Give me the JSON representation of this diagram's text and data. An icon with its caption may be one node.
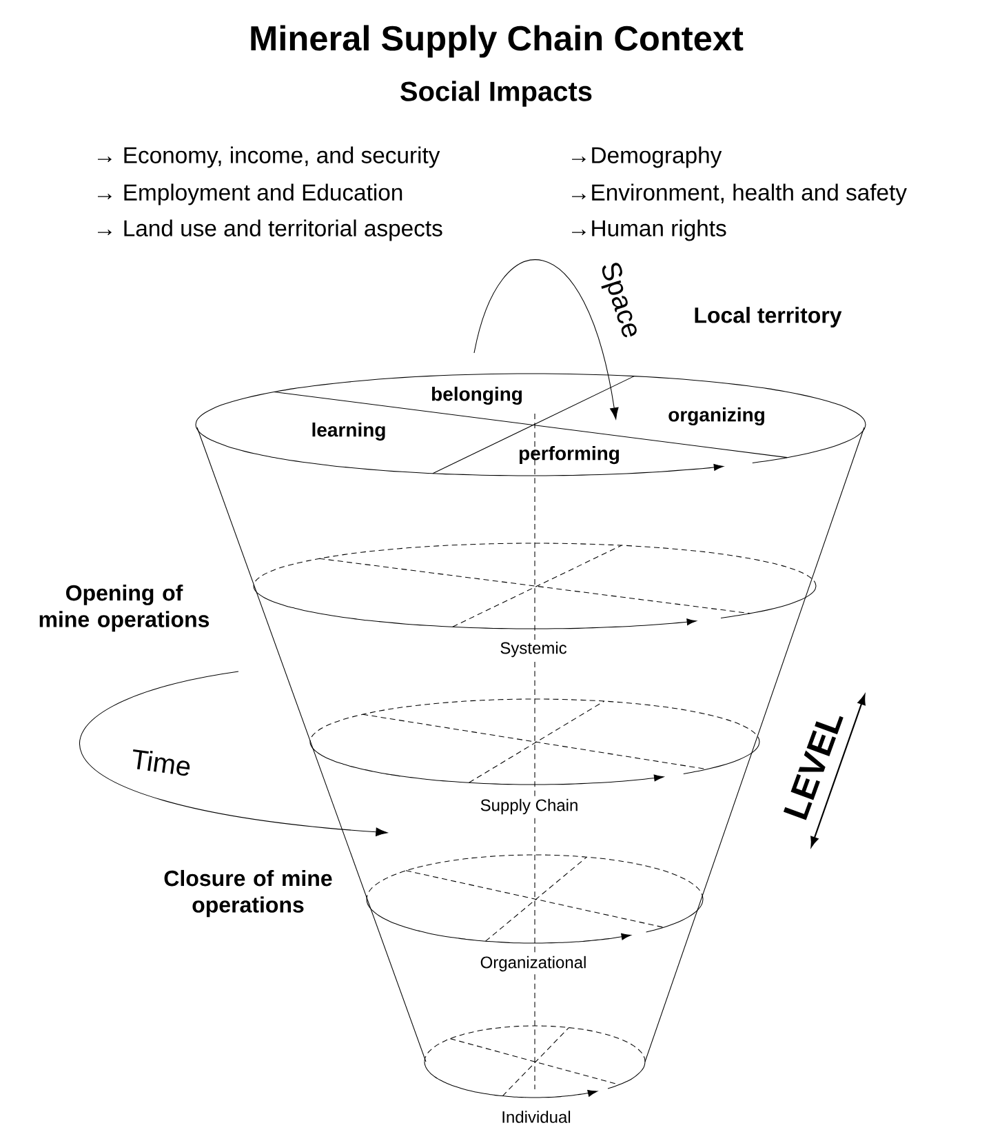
{
  "diagram": {
    "title": "Mineral Supply Chain Context",
    "labels": [
      "Social Impacts",
      "→ Economy, income, and security",
      "→Demography",
      "→ Employment and Education",
      "→Environment, health and safety",
      "→ Land use and territorial aspects",
      "→Human rights",
      "Space",
      "Local territory",
      "belonging",
      "learning",
      "organizing",
      "performing",
      "Opening of mine operations",
      "Systemic",
      "Time",
      "LEVEL",
      "Supply Chain",
      "Closure of mine operations",
      "Organizational",
      "Individual"
    ]
  }
}
